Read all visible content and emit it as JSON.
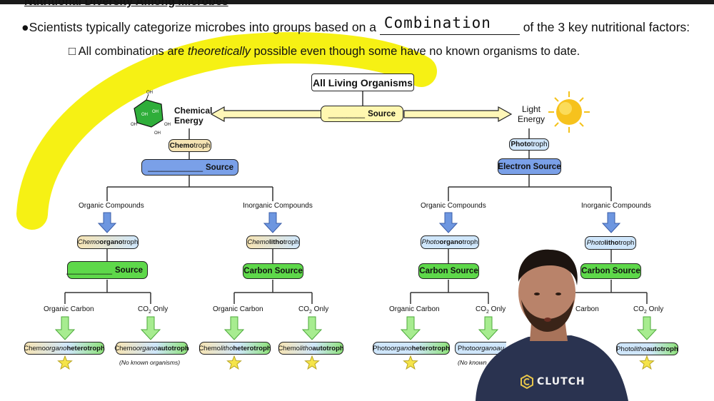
{
  "heading": "Nutritional Diversity Among Microbes",
  "bullet1": {
    "prefix": "●Scientists typically categorize microbes into groups based on a",
    "answer": "Combination",
    "suffix": "of the 3 key nutritional factors:"
  },
  "bullet2": {
    "marker": "□",
    "pre": "All combinations are",
    "emph": "theoretically",
    "post": "possible even though some have no known organisms to date."
  },
  "root": "All Living Organisms",
  "energy_source": {
    "blank": "________",
    "label": "Source"
  },
  "chem_energy": "Chemical Energy",
  "light_energy": "Light Energy",
  "glucose_labels": [
    "OH",
    "OH",
    "OH",
    "OH",
    "OH",
    "OH"
  ],
  "chemotroph": {
    "a": "Chemo",
    "b": "troph"
  },
  "phototroph": {
    "a": "Photo",
    "b": "troph"
  },
  "electron_source_left": {
    "blank": "____________",
    "label": "Source"
  },
  "electron_source_right": "Electron Source",
  "organic_compounds": "Organic Compounds",
  "inorganic_compounds": "Inorganic Compounds",
  "chemoorganotroph": {
    "a": "Chemo",
    "b": "organo",
    "c": "troph"
  },
  "chemolithotroph": {
    "a": "Chemo",
    "b": "litho",
    "c": "troph"
  },
  "photoorganotroph": {
    "a": "Photo",
    "b": "organo",
    "c": "troph"
  },
  "photolithotroph": {
    "a": "Photo",
    "b": "litho",
    "c": "troph"
  },
  "carbon_source_left": {
    "blank": "__________",
    "label": "Source"
  },
  "carbon_source": "Carbon Source",
  "organic_carbon": "Organic Carbon",
  "co2_only": {
    "a": "CO",
    "sub": "2",
    "b": " Only"
  },
  "final": [
    {
      "a": "Chemo",
      "b": "organo",
      "c": "heterotroph"
    },
    {
      "a": "Chemo",
      "b": "organo",
      "c": "autotroph"
    },
    {
      "a": "Chemo",
      "b": "litho",
      "c": "heterotroph"
    },
    {
      "a": "Chemo",
      "b": "litho",
      "c": "autotroph"
    },
    {
      "a": "Photo",
      "b": "organo",
      "c": "heterotroph"
    },
    {
      "a": "Photo",
      "b": "organoau",
      "c": ""
    },
    {
      "a": "Photo",
      "b": "litho",
      "c": "autotroph"
    }
  ],
  "no_known_1": "(No known organisms)",
  "no_known_2": "(No known",
  "partial_organic_carbon": "Carbon",
  "clutch_logo": "CLUTCH",
  "colors": {
    "highlight": "#f5f000",
    "blue": "#7aa0e8",
    "green": "#5ed84a",
    "light_blue": "#cfe6fb",
    "cream": "#f6e4b4",
    "arrow_blue": "#6d96e0",
    "arrow_green": "#8ee27a",
    "star": "#f5e44a"
  }
}
